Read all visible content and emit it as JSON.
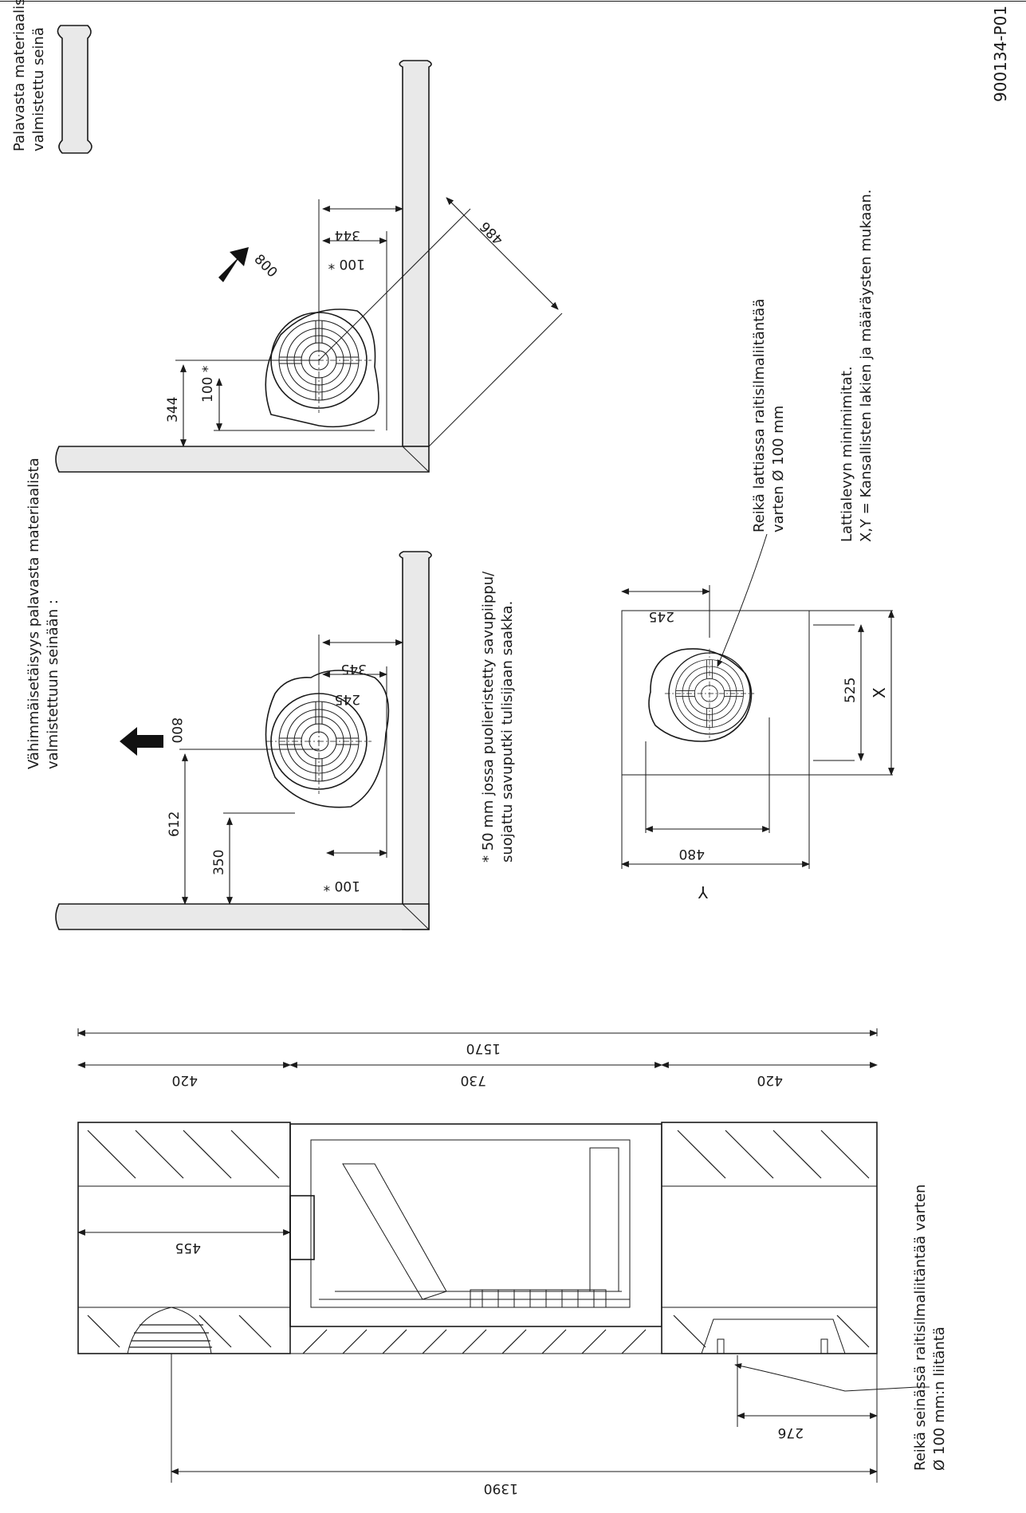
{
  "drawing_code": "900134-P01",
  "legend": {
    "line1": "Palavasta materiaalista",
    "line2": "valmistettu seinä"
  },
  "clearance_heading": {
    "line1": "Vähimmäisetäisyys palavasta materiaalista",
    "line2": "valmistettuun seinään :"
  },
  "footnote": {
    "line1": "* 50 mm jossa puolieristetty savupiippu/",
    "line2": "suojattu savuputki tulisijaan saakka."
  },
  "floor_hole_note": {
    "line1": "Reikä lattiassa raitisilmaliitäntää",
    "line2": "varten Ø 100 mm"
  },
  "floor_plate_note": {
    "line1": "Lattialevyn minimimitat.",
    "line2": "X,Y = Kansallisten lakien ja määräysten mukaan."
  },
  "wall_hole_note": {
    "line1": "Reikä seinässä raitisilmaliitäntää varten",
    "line2": "Ø 100 mm:n liitäntä"
  },
  "corner_view": {
    "arrow_value": "800",
    "dim_344_a": "344",
    "dim_344_b": "344",
    "dim_100_a": "100 *",
    "dim_100_b": "100 *",
    "diag": "486"
  },
  "wall_view": {
    "arrow_value": "800",
    "dim_612": "612",
    "dim_350": "350",
    "dim_100": "100 *",
    "dim_245": "245",
    "dim_345": "345"
  },
  "floor_plate": {
    "dim_245": "245",
    "dim_525": "525",
    "dim_480": "480",
    "x_label": "X",
    "y_label": "Y"
  },
  "side_view": {
    "dim_1570": "1570",
    "dim_420_left": "420",
    "dim_730": "730",
    "dim_420_right": "420",
    "dim_455": "455",
    "dim_1390": "1390",
    "dim_276": "276"
  }
}
